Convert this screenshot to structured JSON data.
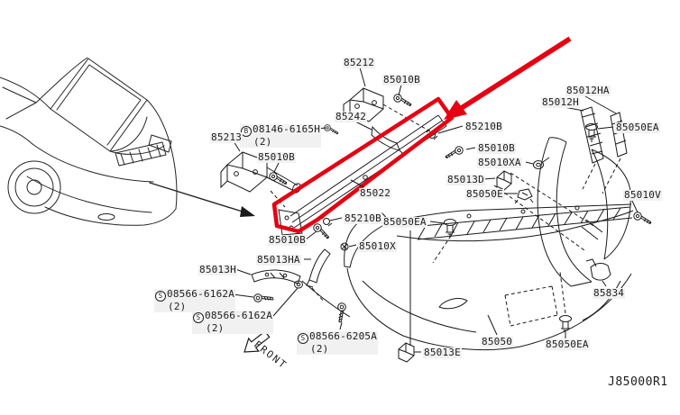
{
  "diagram_code": "J85000R1",
  "front_label": "FRONT",
  "highlight_color": "#e60012",
  "line_color": "#1a1a1a",
  "labels": [
    {
      "id": "85212",
      "text": "85212"
    },
    {
      "id": "85010B-1",
      "text": "85010B"
    },
    {
      "id": "85012HA",
      "text": "85012HA"
    },
    {
      "id": "85012H",
      "text": "85012H"
    },
    {
      "id": "08146-6165H",
      "prefix": "B",
      "text": "08146-6165H",
      "qty": "(2)"
    },
    {
      "id": "85213",
      "text": "85213"
    },
    {
      "id": "85210B-1",
      "text": "85210B"
    },
    {
      "id": "85050EA-1",
      "text": "85050EA"
    },
    {
      "id": "85010B-2",
      "text": "85010B"
    },
    {
      "id": "85010B-3",
      "text": "85010B"
    },
    {
      "id": "85010XA",
      "text": "85010XA"
    },
    {
      "id": "85242",
      "text": "85242"
    },
    {
      "id": "85013D",
      "text": "85013D"
    },
    {
      "id": "85050E",
      "text": "85050E"
    },
    {
      "id": "85022",
      "text": "85022"
    },
    {
      "id": "85010V",
      "text": "85010V"
    },
    {
      "id": "85210B-2",
      "text": "85210B"
    },
    {
      "id": "85050EA-2",
      "text": "85050EA"
    },
    {
      "id": "85010B-4",
      "text": "85010B"
    },
    {
      "id": "85010X",
      "text": "85010X"
    },
    {
      "id": "85013HA",
      "text": "85013HA"
    },
    {
      "id": "85013H",
      "text": "85013H"
    },
    {
      "id": "08566-6162A-1",
      "prefix": "S",
      "text": "08566-6162A",
      "qty": "(2)"
    },
    {
      "id": "08566-6162A-2",
      "prefix": "S",
      "text": "08566-6162A",
      "qty": "(2)"
    },
    {
      "id": "85834",
      "text": "85834"
    },
    {
      "id": "08566-6205A",
      "prefix": "S",
      "text": "08566-6205A",
      "qty": "(2)"
    },
    {
      "id": "85013E",
      "text": "85013E"
    },
    {
      "id": "85050",
      "text": "85050"
    },
    {
      "id": "85050EA-3",
      "text": "85050EA"
    }
  ]
}
